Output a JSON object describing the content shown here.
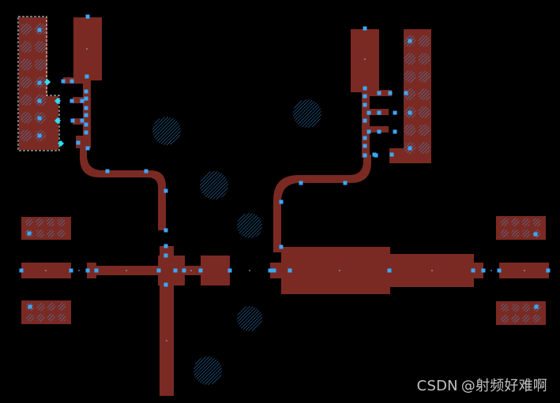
{
  "app": {
    "kind": "rf-layout-view"
  },
  "colors": {
    "background": "#000000",
    "metal": "#7a2a22",
    "metal_dark": "#5e1f1a",
    "pin": "#3aa8ff",
    "via_hatch": "#3aa8ff",
    "selection_outline": "#e8e8e8",
    "anchor": "#28e0ff",
    "watermark_text": "#d8d8d8"
  },
  "watermark": {
    "platform": "CSDN",
    "handle": "@射频好难啊"
  },
  "layout": {
    "components": [
      {
        "name": "left-input-port-trace",
        "role": "port-trace"
      },
      {
        "name": "left-output-port-trace",
        "role": "port-trace"
      },
      {
        "name": "right-output-port-trace",
        "role": "port-trace"
      },
      {
        "name": "center-transistor-pad",
        "role": "device-pad"
      },
      {
        "name": "output-matching-stub",
        "role": "matching-network"
      },
      {
        "name": "drain-bias-line-left",
        "role": "bias-feed"
      },
      {
        "name": "drain-bias-line-right",
        "role": "bias-feed"
      },
      {
        "name": "gate-bias-line",
        "role": "bias-feed"
      }
    ],
    "via_groups": [
      {
        "name": "ground-via-array-top-left",
        "selected": true
      },
      {
        "name": "ground-via-array-top-right",
        "selected": false
      },
      {
        "name": "ground-via-array-left-upper",
        "selected": false
      },
      {
        "name": "ground-via-array-left-lower",
        "selected": false
      },
      {
        "name": "ground-via-array-right-upper",
        "selected": false
      },
      {
        "name": "ground-via-array-right-lower",
        "selected": false
      }
    ]
  }
}
